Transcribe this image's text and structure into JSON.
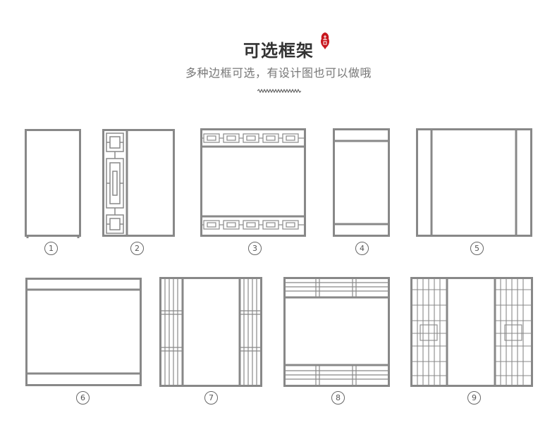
{
  "header": {
    "title": "可选框架",
    "subtitle": "多种边框可选，有设计图也可以做哦"
  },
  "colors": {
    "frame": "#888888",
    "seal": "#c8161d"
  },
  "options": [
    {
      "label": "1"
    },
    {
      "label": "2"
    },
    {
      "label": "3"
    },
    {
      "label": "4"
    },
    {
      "label": "5"
    },
    {
      "label": "6"
    },
    {
      "label": "7"
    },
    {
      "label": "8"
    },
    {
      "label": "9"
    }
  ]
}
